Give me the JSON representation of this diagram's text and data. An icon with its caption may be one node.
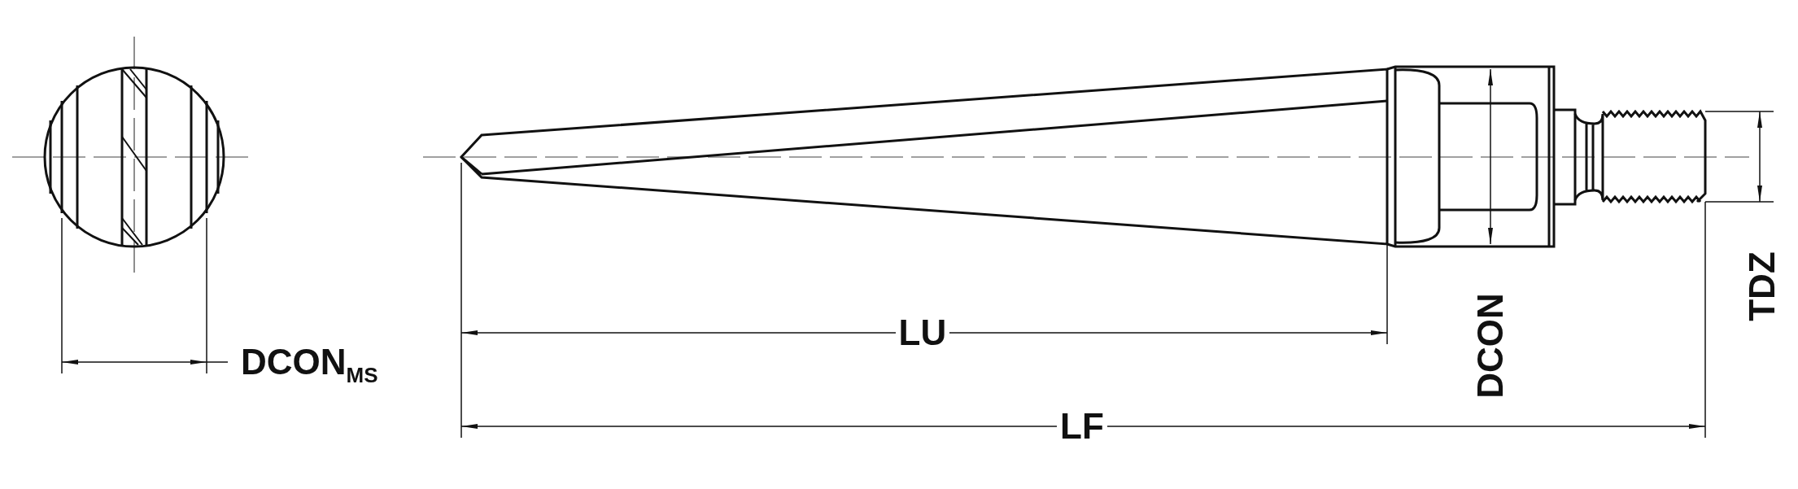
{
  "diagram": {
    "labels": [
      "DCON$_{MS}$",
      "LU",
      "DCON",
      "TDZ",
      "LF"
    ]
  }
}
